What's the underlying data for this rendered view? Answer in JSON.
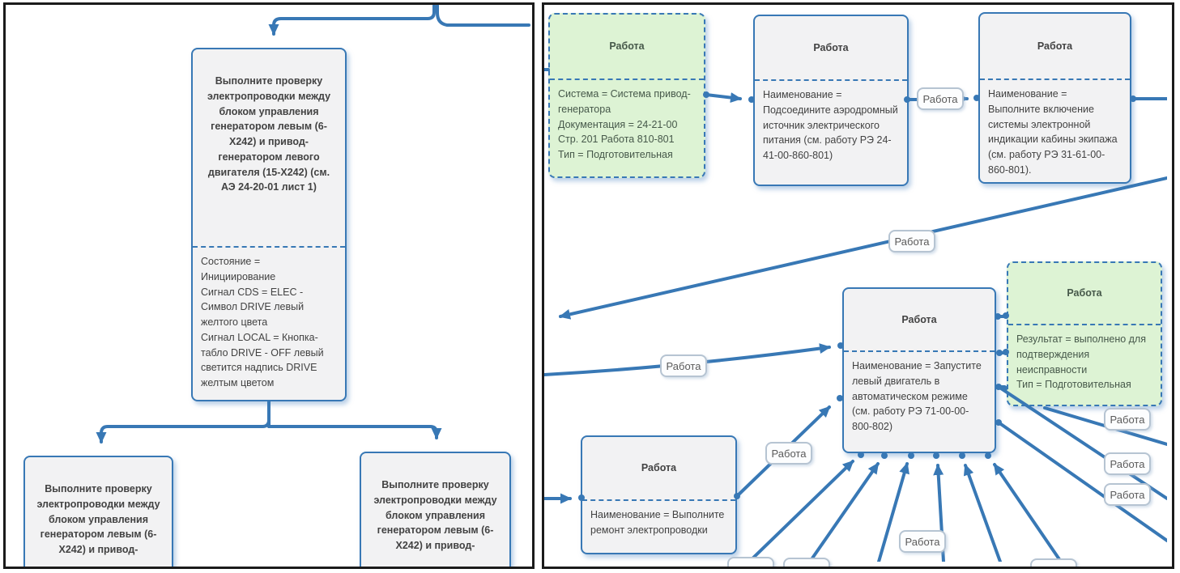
{
  "left_panel": {
    "top_node": {
      "title": "Выполните проверку электропроводки между блоком управления генератором левым (6-Х242) и привод-генератором левого двигателя (15-Х242) (см. АЭ 24-20-01 лист 1)",
      "details": "Состояние = Инициирование\nСигнал CDS = ELEC - Символ DRIVE левый желтого цвета\nСигнал LOCAL = Кнопка-табло DRIVE - OFF левый светится надпись DRIVE желтым цветом"
    },
    "bottom_left_node": {
      "title": "Выполните проверку электропроводки между блоком управления генератором левым (6-Х242) и привод-"
    },
    "bottom_right_node": {
      "title": "Выполните проверку электропроводки между блоком управления генератором левым (6-Х242) и привод-"
    }
  },
  "right_panel": {
    "edge_label": "Работа",
    "nodes": {
      "prep": {
        "title": "Работа",
        "details": "Система = Система привод-генератора\nДокументация = 24-21-00 Стр. 201 Работа 810-801\nТип = Подготовительная"
      },
      "power": {
        "title": "Работа",
        "details": "Наименование = Подсоедините аэродромный источник электрического питания (см. работу РЭ 24-41-00-860-801)"
      },
      "efis": {
        "title": "Работа",
        "details": "Наименование = Выполните включение системы электронной индикации кабины экипажа (см. работу РЭ 31-61-00-860-801)."
      },
      "start_engine": {
        "title": "Работа",
        "details": "Наименование = Запустите левый двигатель в автоматическом режиме (см. работу РЭ 71-00-00-800-802)"
      },
      "result": {
        "title": "Работа",
        "details": "Результат = выполнено для подтверждения неисправности\nТип = Подготовительная"
      },
      "repair": {
        "title": "Работа",
        "details": "Наименование = Выполните ремонт электропроводки"
      }
    }
  },
  "colors": {
    "connector_blue": "#3878b5",
    "node_fill": "#f2f2f3",
    "green_fill": "#ddf3d4",
    "panel_border": "#1b1b1b"
  }
}
